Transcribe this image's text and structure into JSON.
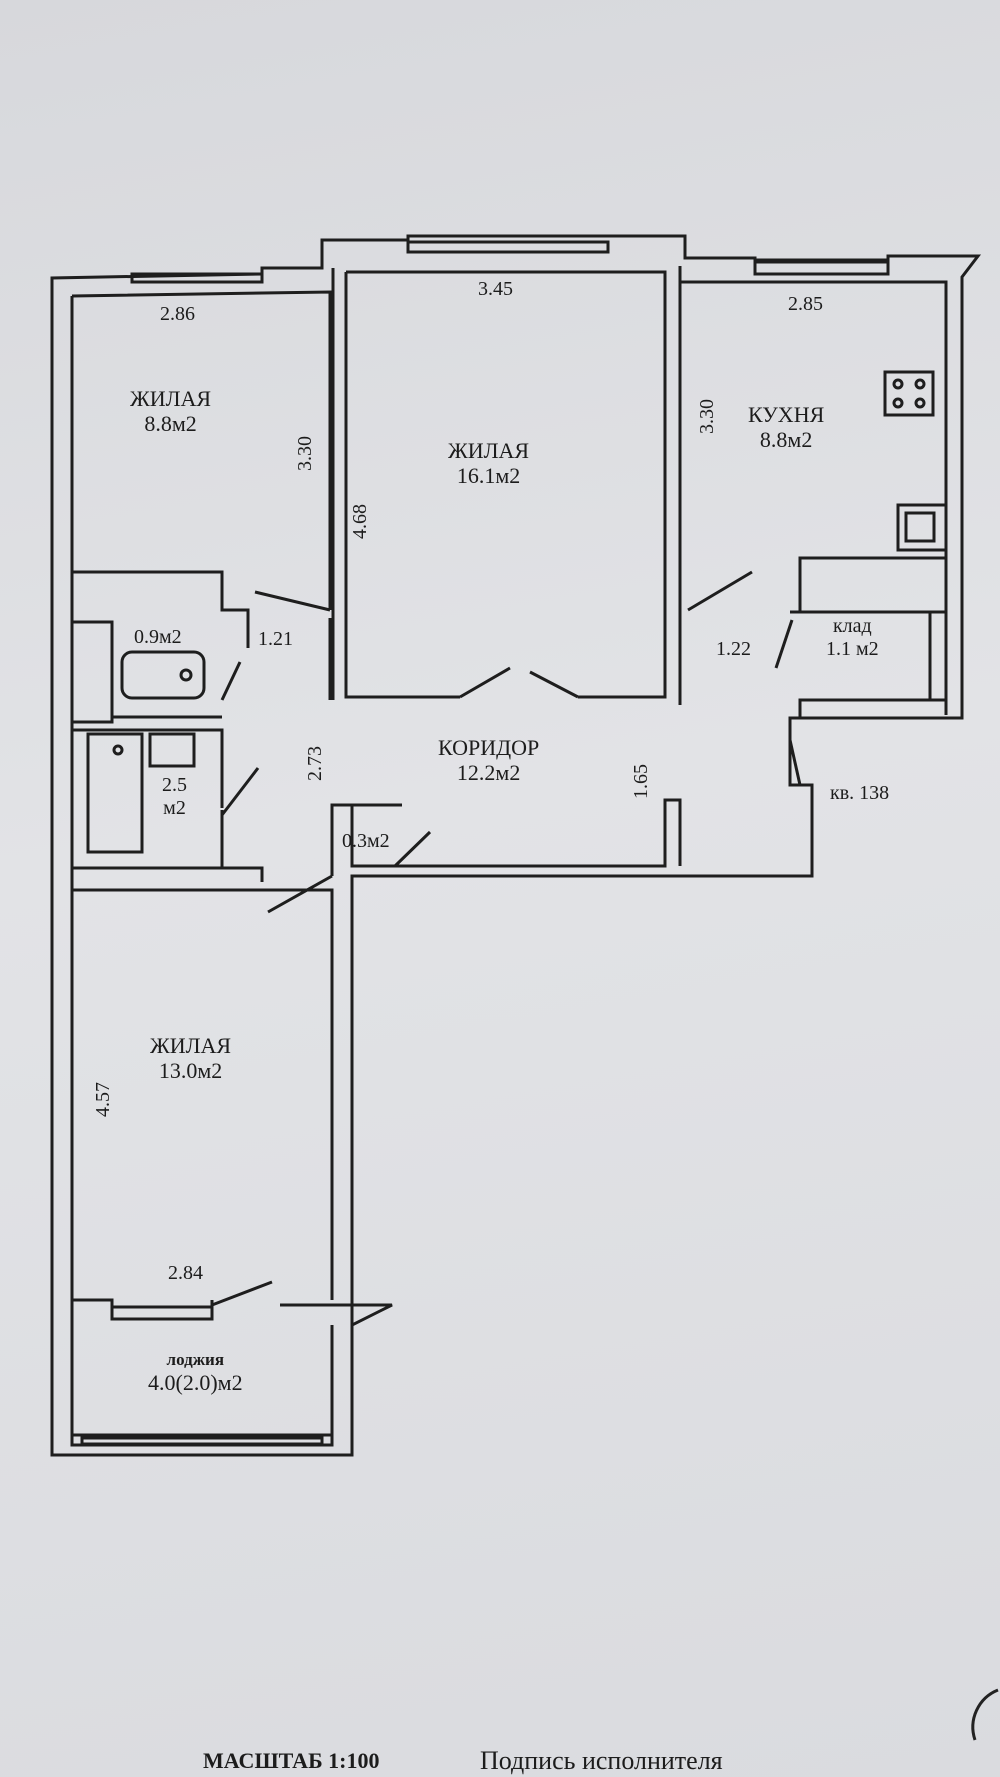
{
  "rooms": {
    "bedroom_top_left": {
      "name": "ЖИЛАЯ",
      "area": "8.8м2"
    },
    "living_center": {
      "name": "ЖИЛАЯ",
      "area": "16.1м2"
    },
    "kitchen": {
      "name": "КУХНЯ",
      "area": "8.8м2"
    },
    "storage": {
      "name": "клад",
      "area": "1.1 м2"
    },
    "wc": {
      "area": "0.9м2"
    },
    "bathroom": {
      "area_line1": "2.5",
      "area_line2": "м2"
    },
    "corridor": {
      "name": "КОРИДОР",
      "area": "12.2м2"
    },
    "closet": {
      "area": "0.3м2"
    },
    "bedroom_bottom": {
      "name": "ЖИЛАЯ",
      "area": "13.0м2"
    },
    "loggia": {
      "name": "лоджия",
      "area": "4.0(2.0)м2"
    }
  },
  "dimensions": {
    "top_left_width": "2.86",
    "top_left_height": "3.30",
    "center_width": "3.45",
    "center_height": "4.68",
    "kitchen_width": "2.85",
    "kitchen_height": "3.30",
    "corridor_left": "1.21",
    "corridor_right": "1.22",
    "corridor_height_left": "2.73",
    "corridor_height_right": "1.65",
    "bottom_height": "4.57",
    "bottom_width": "2.84"
  },
  "apartment_number": "кв. 138",
  "footer": {
    "scale": "МАСШТАБ 1:100",
    "signature": "Подпись исполнителя"
  }
}
